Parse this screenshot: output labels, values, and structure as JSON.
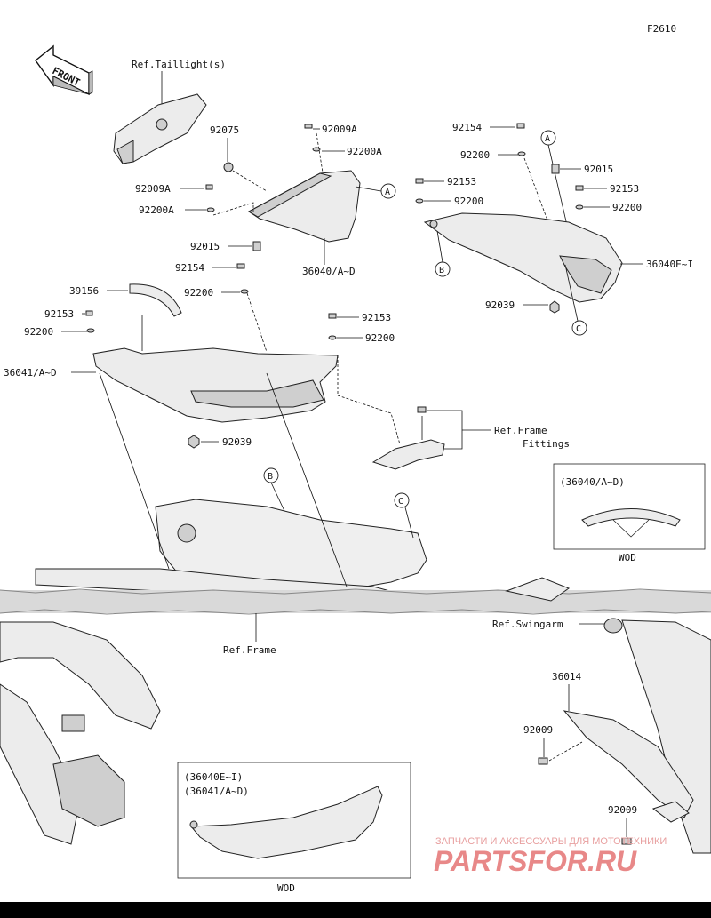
{
  "figure_code": "F2610",
  "direction_label": "FRONT",
  "refs": {
    "taillight": "Ref.Taillight(s)",
    "frame_fittings_1": "Ref.Frame",
    "frame_fittings_2": "Fittings",
    "frame": "Ref.Frame",
    "swingarm": "Ref.Swingarm"
  },
  "callouts": {
    "A": "A",
    "B": "B",
    "C": "C"
  },
  "part_labels": {
    "p92075": "92075",
    "p92009A_top": "92009A",
    "p92200A_top": "92200A",
    "p92009A_left": "92009A",
    "p92200A_left": "92200A",
    "p92015_mid": "92015",
    "p36040AD": "36040/A~D",
    "p92154_left": "92154",
    "p92200_left": "92200",
    "p39156": "39156",
    "p92153_left": "92153",
    "p92200_far_left": "92200",
    "p36041AD": "36041/A~D",
    "p92039_mid": "92039",
    "p92153_center": "92153",
    "p92200_center": "92200",
    "p92154_right": "92154",
    "p92200_right_top": "92200",
    "p92153_right_left": "92153",
    "p92200_right_left": "92200",
    "p92015_right": "92015",
    "p92153_right": "92153",
    "p92200_right": "92200",
    "p36040EI": "36040E~I",
    "p92039_right": "92039",
    "p36014": "36014",
    "p92009_a": "92009",
    "p92009_b": "92009"
  },
  "inset_top": {
    "title": "(36040/A~D)",
    "caption": "WOD"
  },
  "inset_bottom": {
    "title_1": "(36040E~I)",
    "title_2": "(36041/A~D)",
    "caption": "WOD"
  },
  "watermark": {
    "line1": "ЗАПЧАСТИ И АКСЕССУАРЫ ДЛЯ МОТОТЕХНИКИ",
    "line2": "PARTSFOR.RU",
    "color": "#e06060"
  }
}
